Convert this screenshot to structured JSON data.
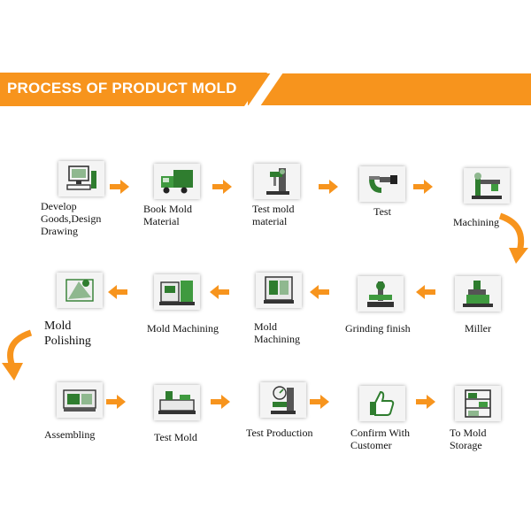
{
  "header": {
    "title": "PROCESS OF PRODUCT MOLD"
  },
  "colors": {
    "accent": "#f7941d",
    "icon_green": "#2f7d2f"
  },
  "rows": [
    {
      "direction": "right",
      "steps": [
        {
          "label": "Develop\nGoods,Design\nDrawing",
          "icon": "computer-icon"
        },
        {
          "label": "Book Mold\nMaterial",
          "icon": "truck-icon"
        },
        {
          "label": "Test mold\nmaterial",
          "icon": "tester-icon"
        },
        {
          "label": "Test",
          "icon": "micrometer-icon"
        },
        {
          "label": "Machining",
          "icon": "lathe-icon"
        }
      ]
    },
    {
      "direction": "left",
      "steps": [
        {
          "label": "Miller",
          "icon": "miller-icon"
        },
        {
          "label": "Grinding finish",
          "icon": "grinder-icon"
        },
        {
          "label": "Mold Machining",
          "icon": "cnc-icon"
        },
        {
          "label": "Mold Machining",
          "icon": "edm-icon"
        },
        {
          "label": "Mold\nPolishing",
          "icon": "polishing-icon"
        }
      ]
    },
    {
      "direction": "right",
      "steps": [
        {
          "label": "Assembling",
          "icon": "mold-icon"
        },
        {
          "label": "Test Mold",
          "icon": "injection-machine-icon"
        },
        {
          "label": "Test Production",
          "icon": "production-tester-icon"
        },
        {
          "label": "Confirm With\nCustomer",
          "icon": "thumbs-up-icon"
        },
        {
          "label": "To  Mold\nStorage",
          "icon": "storage-rack-icon"
        }
      ]
    }
  ]
}
